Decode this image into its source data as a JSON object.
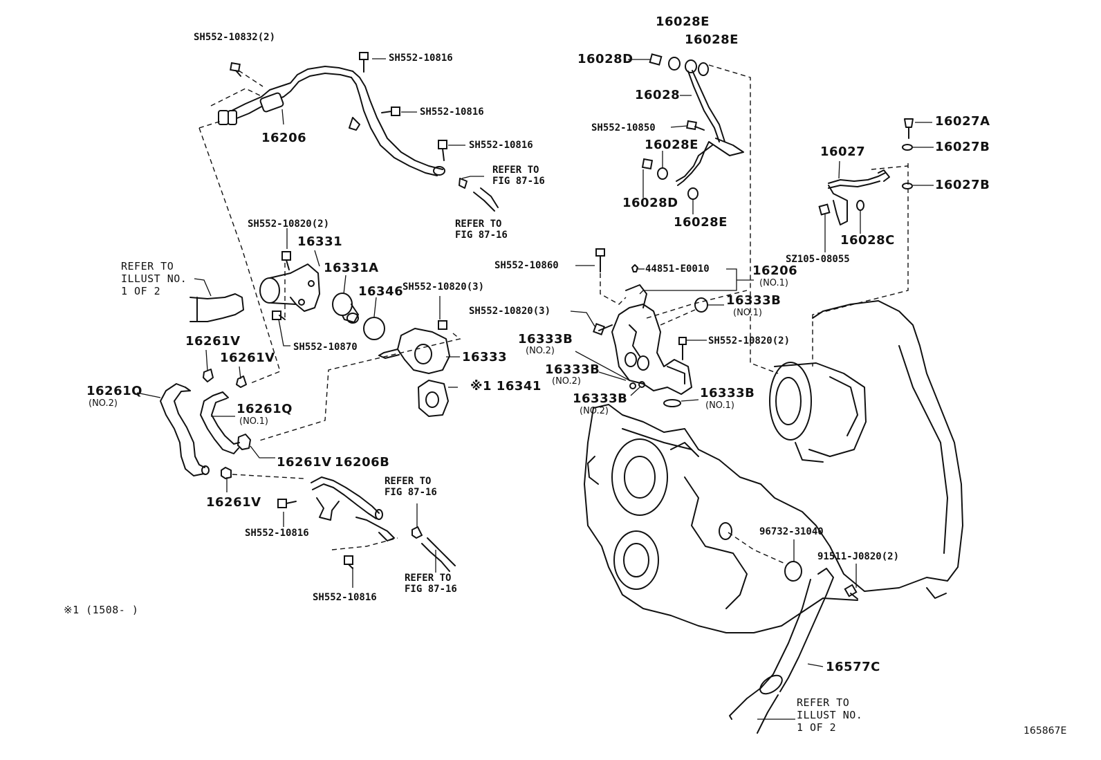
{
  "figure_id": "165867E",
  "footnote": "※1 (1508-      )",
  "callouts": {
    "sh552_10832_2": "SH552-10832(2)",
    "sh552_10816_a": "SH552-10816",
    "sh552_10816_b": "SH552-10816",
    "sh552_10816_c": "SH552-10816",
    "p16206_top": "16206",
    "refer_87_16_a": "REFER TO|FIG 87-16",
    "refer_87_16_b": "REFER TO|FIG 87-16",
    "sh552_10820_2_a": "SH552-10820(2)",
    "p16331": "16331",
    "p16331a": "16331A",
    "p16346": "16346",
    "sh552_10820_3_a": "SH552-10820(3)",
    "refer_illust_1of2_a": "REFER TO|ILLUST NO.|1 OF 2",
    "sh552_10870": "SH552-10870",
    "p16333": "16333",
    "p16261v_a": "16261V",
    "p16261v_b": "16261V",
    "p16261q_no2": "16261Q",
    "no2_a": "(NO.2)",
    "p16261q_no1": "16261Q",
    "no1_a": "(NO.1)",
    "p16341": "※1 16341",
    "p16261v_c": "16261V",
    "p16206b": "16206B",
    "refer_87_16_c": "REFER TO|FIG 87-16",
    "p16261v_d": "16261V",
    "sh552_10816_d": "SH552-10816",
    "refer_87_16_d": "REFER TO|FIG 87-16",
    "sh552_10816_e": "SH552-10816",
    "p16028e_a": "16028E",
    "p16028e_b": "16028E",
    "p16028d_a": "16028D",
    "p16028": "16028",
    "sh552_10850": "SH552-10850",
    "p16028e_c": "16028E",
    "p16028d_b": "16028D",
    "p16028e_d": "16028E",
    "p16027a": "16027A",
    "p16027": "16027",
    "p16027b_a": "16027B",
    "p16027b_b": "16027B",
    "p16028c": "16028C",
    "sz105_08055": "SZ105-08055",
    "sh552_10860": "SH552-10860",
    "p44851": "44851-E0010",
    "p16206_no1": "16206",
    "no1_b": "(NO.1)",
    "p16333b_no1_a": "16333B",
    "no1_c": "(NO.1)",
    "sh552_10820_3_b": "SH552-10820(3)",
    "p16333b_no2_a": "16333B",
    "no2_b": "(NO.2)",
    "sh552_10820_2_b": "SH552-10820(2)",
    "p16333b_no2_b": "16333B",
    "no2_c": "(NO.2)",
    "p16333b_no2_c": "16333B",
    "no2_d": "(NO.2)",
    "p16333b_no1_b": "16333B",
    "no1_d": "(NO.1)",
    "p96732": "96732-31040",
    "p91511": "91511-J0820(2)",
    "p16577c": "16577C",
    "refer_illust_1of2_b": "REFER TO|ILLUST NO.|1 OF 2"
  }
}
